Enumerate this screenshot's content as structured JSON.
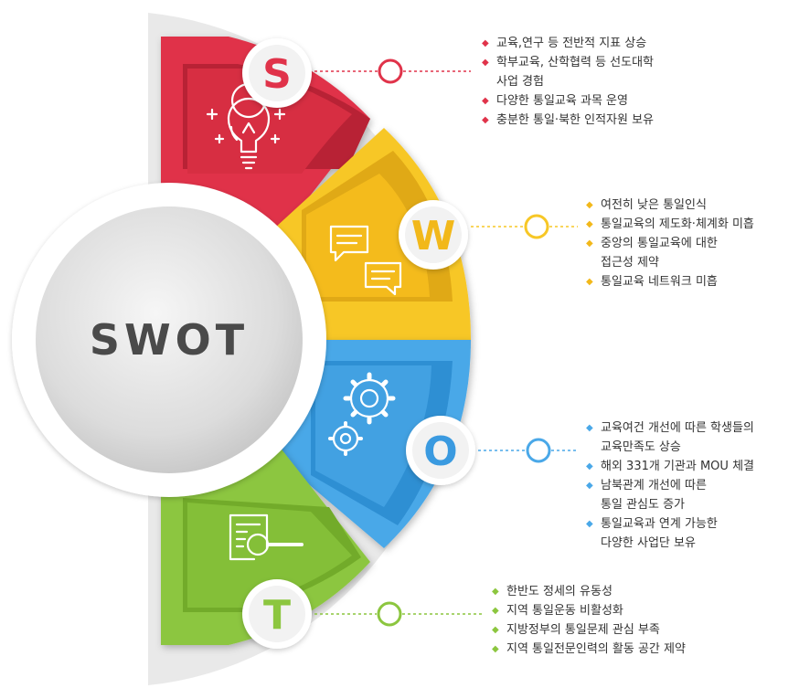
{
  "center_label": "SWOT",
  "colors": {
    "S": "#e0334a",
    "W": "#f7c726",
    "O": "#4aa8e8",
    "T": "#8cc63f"
  },
  "sections": {
    "S": {
      "letter": "S",
      "icon": "lightbulb-icon",
      "items": [
        "교육,연구 등 전반적 지표 상승",
        "학부교육, 산학협력 등 선도대학\n사업 경험",
        "다양한 통일교육 과목 운영",
        "충분한 통일·북한 인적자원 보유"
      ]
    },
    "W": {
      "letter": "W",
      "icon": "chat-bubbles-icon",
      "items": [
        "여전히 낮은 통일인식",
        "통일교육의 제도화·체계화 미흡",
        "중앙의 통일교육에 대한\n접근성 제약",
        "통일교육 네트워크 미흡"
      ]
    },
    "O": {
      "letter": "O",
      "icon": "gears-icon",
      "items": [
        "교육여건 개선에 따른 학생들의\n교육만족도 상승",
        "해외 331개 기관과 MOU 체결",
        "남북관계 개선에 따른\n통일 관심도 증가",
        "통일교육과 연계 가능한\n다양한 사업단 보유"
      ]
    },
    "T": {
      "letter": "T",
      "icon": "document-magnifier-icon",
      "items": [
        "한반도 정세의 유동성",
        "지역 통일운동 비활성화",
        "지방정부의 통일문제 관심 부족",
        "지역 통일전문인력의 활동 공간 제약"
      ]
    }
  }
}
